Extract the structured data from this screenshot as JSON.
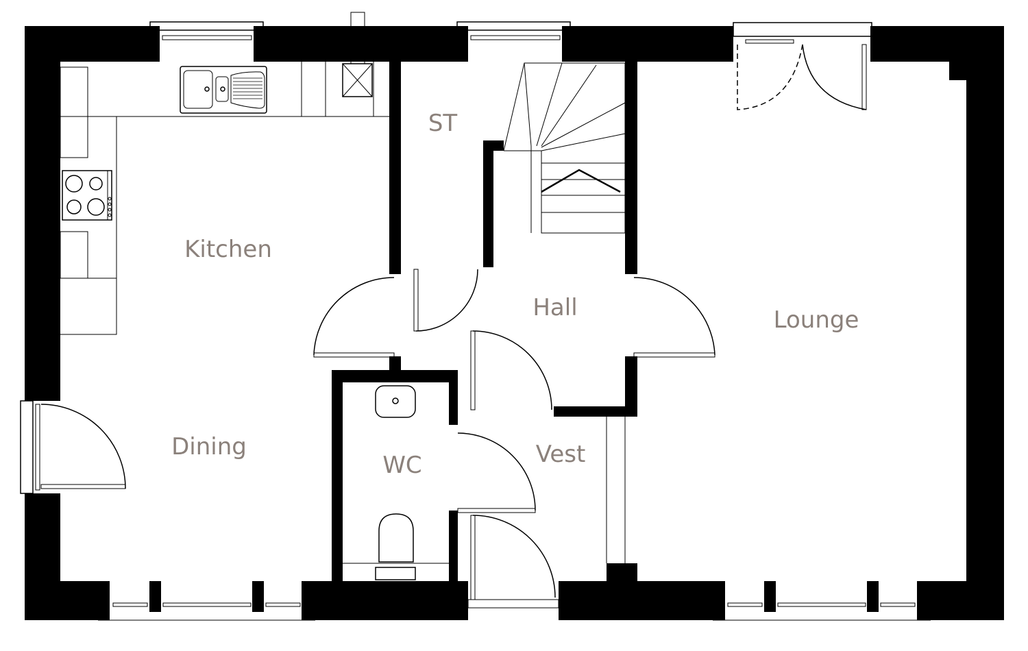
{
  "rooms": {
    "kitchen": "Kitchen",
    "dining": "Dining",
    "st": "ST",
    "hall": "Hall",
    "lounge": "Lounge",
    "wc": "WC",
    "vest": "Vest"
  },
  "colors": {
    "wall": "#000000",
    "label": "#8b817b"
  }
}
